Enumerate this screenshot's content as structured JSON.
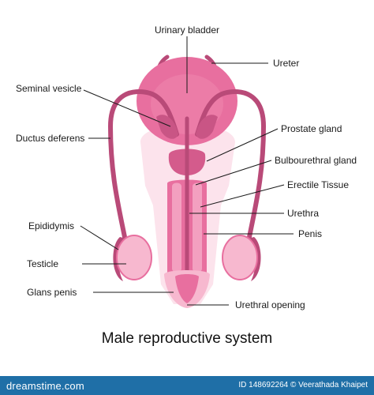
{
  "labels": {
    "urinary_bladder": "Urinary bladder",
    "ureter": "Ureter",
    "seminal_vesicle": "Seminal vesicle",
    "prostate_gland": "Prostate gland",
    "ductus_deferens": "Ductus deferens",
    "bulbourethral_gland": "Bulbourethral gland",
    "erectile_tissue": "Erectile Tissue",
    "urethra": "Urethra",
    "epididymis": "Epididymis",
    "penis": "Penis",
    "testicle": "Testicle",
    "glans_penis": "Glans penis",
    "urethral_opening": "Urethral opening"
  },
  "caption": "Male reproductive system",
  "footer": {
    "brand": "dreamstime.com",
    "credit": "ID 148692264 © Veerathada Khaipet"
  },
  "colors": {
    "tissue_dark": "#b94a78",
    "tissue_mid": "#e86f9f",
    "tissue_light": "#f7b8cf",
    "background_shape": "#fce3ec",
    "footer_bg": "#1f6fa7"
  }
}
